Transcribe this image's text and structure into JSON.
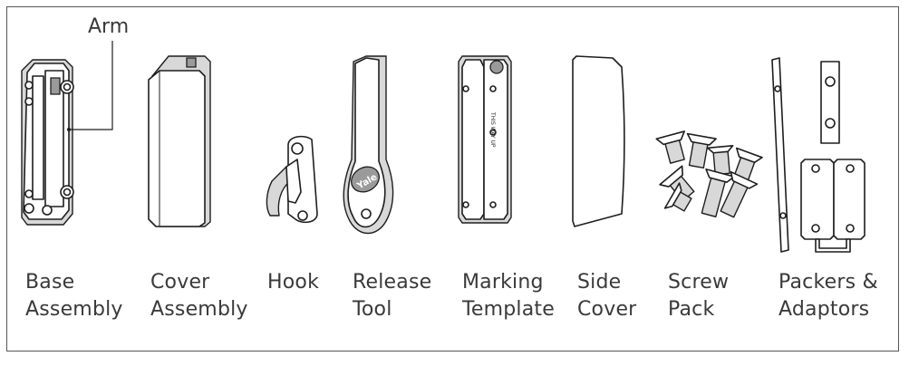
{
  "callout": {
    "arm": "Arm"
  },
  "components": [
    {
      "line1": "Base",
      "line2": "Assembly"
    },
    {
      "line1": "Cover",
      "line2": "Assembly"
    },
    {
      "line1": "Hook",
      "line2": ""
    },
    {
      "line1": "Release",
      "line2": "Tool"
    },
    {
      "line1": "Marking",
      "line2": "Template"
    },
    {
      "line1": "Side",
      "line2": "Cover"
    },
    {
      "line1": "Screw",
      "line2": "Pack"
    },
    {
      "line1": "Packers &",
      "line2": "Adaptors"
    }
  ],
  "logo_text": "Yale",
  "template_text": "THIS WAY UP"
}
